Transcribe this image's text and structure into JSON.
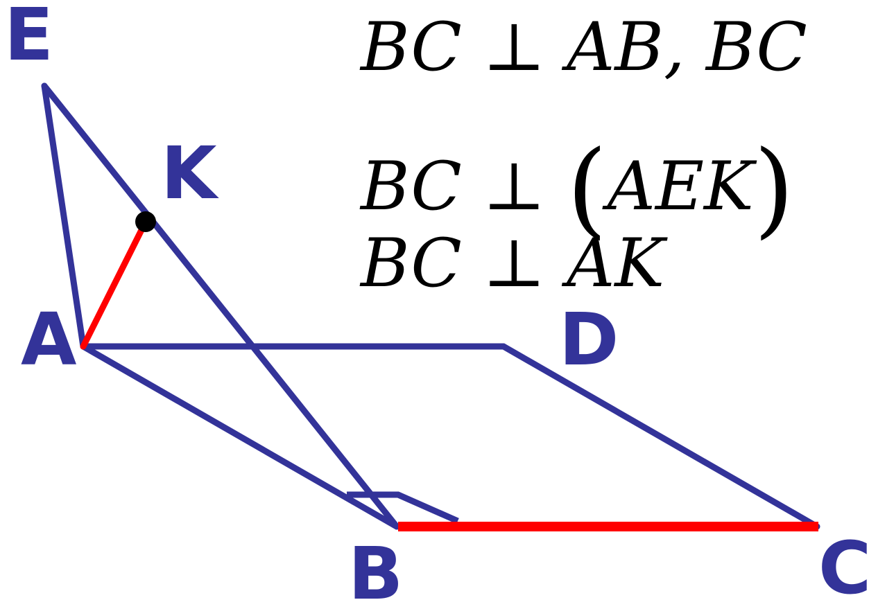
{
  "colors": {
    "line": "#333399",
    "highlight": "#ff0000",
    "label": "#333399",
    "point": "#000000",
    "formula": "#000000"
  },
  "labels": {
    "E": "E",
    "K": "K",
    "A": "A",
    "D": "D",
    "B": "B",
    "C": "C"
  },
  "formulas": {
    "line1_left": "BC",
    "line1_perp": "⊥",
    "line1_right": "AB, BC",
    "line2_left": "BC",
    "line2_perp": "⊥",
    "line2_open": "(",
    "line2_plane": "AEK",
    "line2_close": ")",
    "line3_left": "BC",
    "line3_perp": "⊥",
    "line3_right": "AK"
  }
}
